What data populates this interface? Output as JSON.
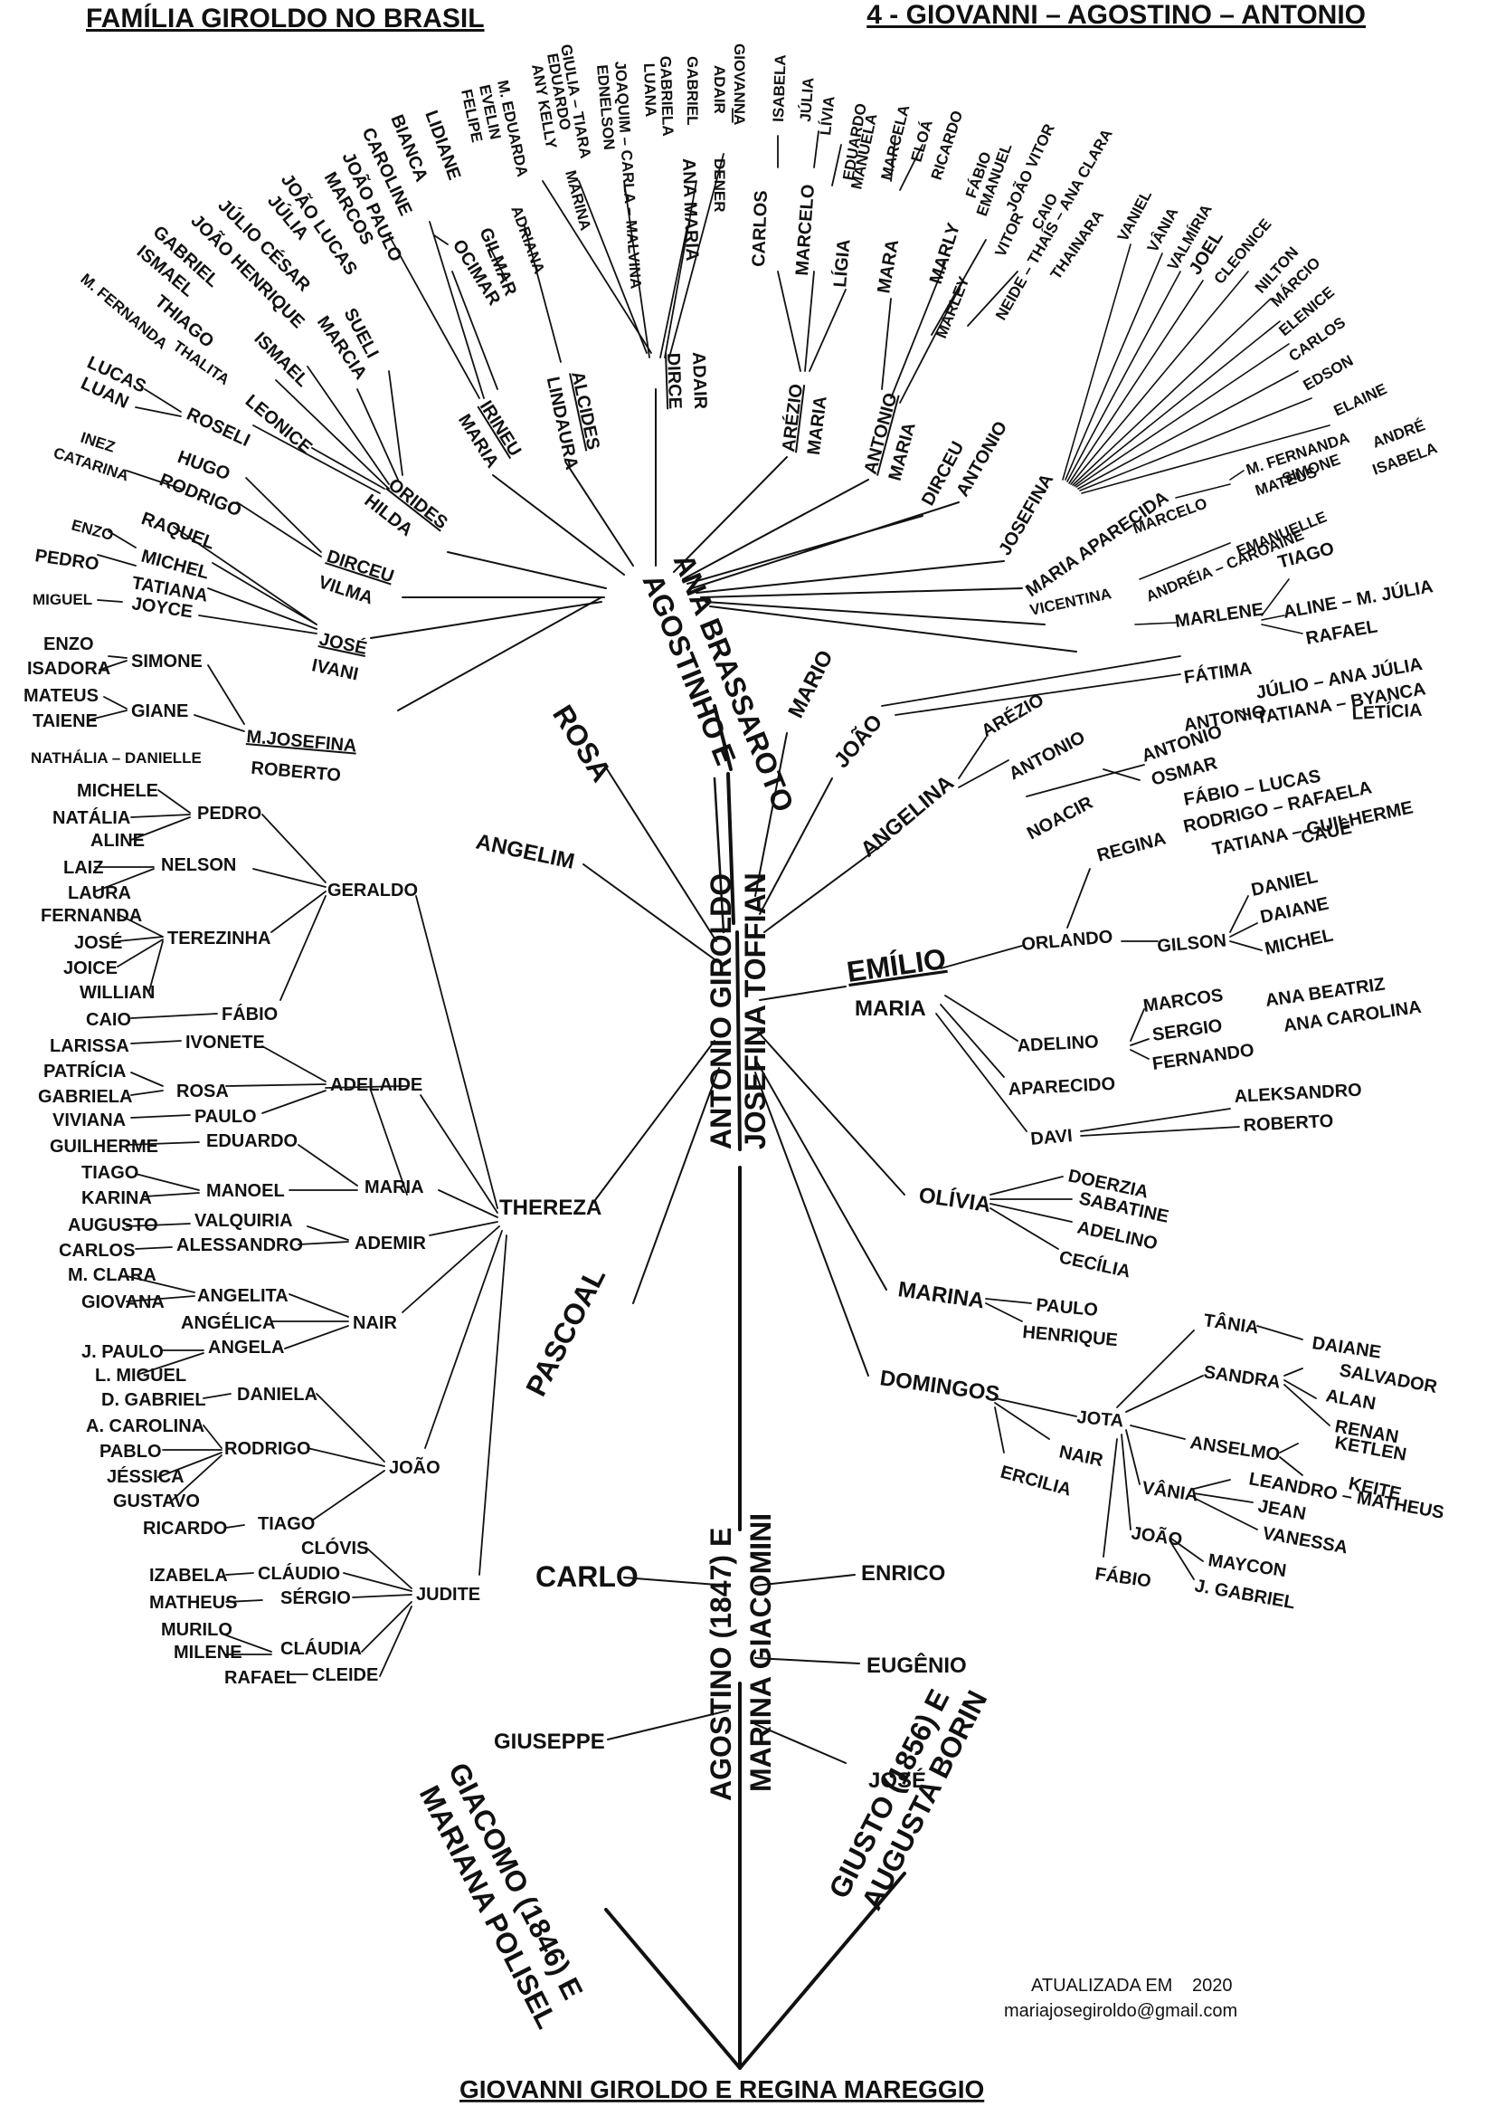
{
  "header": {
    "left_title": "FAMÍLIA GIROLDO NO BRASIL",
    "right_title": "4 -  GIOVANNI – AGOSTINO – ANTONIO"
  },
  "footer": {
    "updated_label": "ATUALIZADA EM",
    "updated_year": "2020",
    "email": "mariajosegiroldo@gmail.com"
  },
  "root": {
    "couple": "GIOVANNI GIROLDO E REGINA MAREGGIO",
    "base_branches": [
      "GIACOMO (1846) E",
      "MARIANA POLISEL",
      "GIUSTO (1856) E",
      "AUGUSTA BORIN"
    ]
  },
  "agostino": {
    "line1": "AGOSTINO (1847) E",
    "line2": "MARINA GIACOMINI",
    "children": [
      "CARLO",
      "GIUSEPPE",
      "ENRICO",
      "EUGÊNIO",
      "JOSÉ"
    ]
  },
  "antonio": {
    "line1": "ANTONIO GIROLDO",
    "line2": "JOSEFINA TOFFIAN",
    "children": [
      "ROSA",
      "ANGELIM",
      "THEREZA",
      "PASCOAL",
      "MARIO",
      "JOÃO",
      "ANGELINA",
      "OLÍVIA",
      "MARINA",
      "DOMINGOS"
    ],
    "emilio": [
      "EMÍLIO",
      "MARIA"
    ]
  },
  "agostinho": {
    "line1": "AGOSTINHO E",
    "line2": "ANA BRASSAROTO",
    "couples": [
      [
        "M.JOSEFINA",
        "ROBERTO"
      ],
      [
        "JOSÉ",
        "IVANI"
      ],
      [
        "DIRCEU",
        "VILMA"
      ],
      [
        "ORIDES",
        "HILDA"
      ],
      [
        "IRINEU",
        "MARIA"
      ],
      [
        "ALCIDES",
        "LINDAURA"
      ],
      [
        "DIRCE",
        "ADAIR"
      ],
      [
        "ARÉZIO",
        "MARIA"
      ],
      [
        "ANTONIO",
        "MARIA"
      ]
    ],
    "right_children": [
      "DIRCEU",
      "ANTONIO",
      "JOSEFINA",
      "VICENTINA",
      "MARIA APARECIDA"
    ],
    "mj_grandchildren": [
      "SIMONE",
      "GIANE",
      "ENZO",
      "ISADORA",
      "MATEUS",
      "TAIENE",
      "NATHÁLIA – DANIELLE"
    ],
    "jose_grandchildren": [
      "MIGUEL",
      "JOYCE",
      "PEDRO",
      "TATIANA",
      "ENZO",
      "MICHEL",
      "RAQUEL"
    ],
    "dirceu_grandchildren": [
      "RODRIGO",
      "HUGO",
      "INEZ",
      "CATARINA"
    ],
    "orides_grandchildren": [
      "ROSELI",
      "LUCAS",
      "LUAN",
      "LEONICE",
      "THALITA",
      "M. FERNANDA",
      "THIAGO",
      "ISMAEL",
      "GABRIEL",
      "ISMAEL",
      "MARCIA",
      "JOÃO HENRIQUE",
      "JÚLIO CÉSAR",
      "SUELI",
      "JÚLIA",
      "JOÃO LUCAS"
    ],
    "irineu_grandchildren": [
      "MARCOS",
      "JOÃO PAULO",
      "CAROLINE",
      "BIANCA",
      "OCIMAR",
      "LIDIANE",
      "GILMAR",
      "FELIPE",
      "EVELIN",
      "M. EDUARDA",
      "ADRIANA"
    ],
    "dirce_grandchildren": [
      "ANY KELLY",
      "EDUARDO",
      "GIULIA – TIARA",
      "MARINA",
      "EDNELSON",
      "JOAQUIM – CARLA – MALVINA",
      "LUANA",
      "GABRIELA",
      "GABRIEL",
      "ANA MARIA",
      "DENER",
      "ADAIR",
      "GIOVANNA"
    ],
    "arezio_grandchildren": [
      "CARLOS",
      "ISABELA",
      "MARCELO",
      "JÚLIA",
      "LÍVIA",
      "LÍGIA",
      "EDUARDO"
    ],
    "antonio_grandchildren": [
      "MANUELA",
      "MARCELA",
      "MARA",
      "ELOÁ",
      "RICARDO",
      "MARLY",
      "FÁBIO",
      "EMANUEL",
      "VITOR",
      "JOÃO VITOR",
      "CAIO",
      "MARLEY",
      "NEIDE – THAÍS – ANA CLARA",
      "THAINARA"
    ],
    "josefina_grandchildren": [
      "VANIEL",
      "VÂNIA",
      "VALMÍRIA",
      "JOEL",
      "CLEONICE",
      "NILTON",
      "MÁRCIO",
      "ELENICE",
      "CARLOS",
      "EDSON",
      "ELAINE"
    ],
    "maria_ap_grandchildren": [
      "MARCELO",
      "M. FERNANDA",
      "MATEUS",
      "SIMONE",
      "ANDRÉ",
      "ISABELA",
      "ANDRÉIA – CAROAINE",
      "EMANUELLE"
    ],
    "vicentina_grandchildren": [
      "MARLENE",
      "TIAGO",
      "ALINE – M. JÚLIA",
      "RAFAEL"
    ]
  },
  "joao_family": {
    "children": [
      "FÁTIMA",
      "ANTONIO",
      "JÚLIO – ANA JÚLIA",
      "TATIANA – BYANCA",
      "LETÍCIA"
    ]
  },
  "angelina_family": {
    "children": [
      "ARÉZIO",
      "ANTONIO",
      "NOACIR",
      "ANTONIO",
      "OSMAR",
      "REGINA",
      "FÁBIO – LUCAS",
      "RODRIGO – RAFAELA",
      "TATIANA – GUILHERME",
      "CAUÊ"
    ]
  },
  "emilio_family": {
    "children": [
      "ORLANDO",
      "GILSON",
      "DANIEL",
      "DAIANE",
      "MICHEL",
      "ADELINO",
      "MARCOS",
      "SERGIO",
      "FERNANDO",
      "ANA BEATRIZ",
      "ANA CAROLINA",
      "APARECIDO",
      "DAVI",
      "ALEKSANDRO",
      "ROBERTO"
    ]
  },
  "olivia_family": {
    "children": [
      "DOERZIA",
      "SABATINE",
      "ADELINO",
      "CECÍLIA"
    ]
  },
  "marina_family": {
    "children": [
      "PAULO",
      "HENRIQUE"
    ]
  },
  "domingos_family": {
    "children": [
      "JOTA",
      "NAIR",
      "ERCILIA",
      "TÂNIA",
      "DAIANE",
      "SANDRA",
      "SALVADOR",
      "ALAN",
      "RENAN",
      "ANSELMO",
      "KETLEN",
      "KEITE",
      "VÂNIA",
      "LEANDRO – MATHEUS",
      "JEAN",
      "VANESSA",
      "JOÃO",
      "MAYCON",
      "J. GABRIEL",
      "FÁBIO"
    ]
  },
  "thereza_family": {
    "children": [
      "GERALDO",
      "ADELAIDE",
      "MARIA",
      "ADEMIR",
      "NAIR",
      "JOÃO",
      "JUDITE"
    ],
    "geraldo": [
      "PEDRO",
      "MICHELE",
      "NATÁLIA",
      "ALINE",
      "NELSON",
      "LAIZ",
      "LAURA",
      "TEREZINHA",
      "FERNANDA",
      "JOSÉ",
      "JOICE",
      "WILLIAN",
      "FÁBIO",
      "CAIO"
    ],
    "adelaide": [
      "IVONETE",
      "LARISSA",
      "ROSA",
      "PATRÍCIA",
      "GABRIELA",
      "PAULO",
      "VIVIANA"
    ],
    "maria": [
      "EDUARDO",
      "GUILHERME",
      "MANOEL",
      "TIAGO",
      "KARINA"
    ],
    "ademir": [
      "VALQUIRIA",
      "AUGUSTO",
      "ALESSANDRO",
      "CARLOS"
    ],
    "nair": [
      "ANGELITA",
      "M. CLARA",
      "GIOVANA",
      "ANGÉLICA",
      "ANGELA",
      "J. PAULO",
      "L. MIGUEL"
    ],
    "joao": [
      "DANIELA",
      "D. GABRIEL",
      "RODRIGO",
      "A. CAROLINA",
      "PABLO",
      "JÉSSICA",
      "GUSTAVO",
      "TIAGO",
      "RICARDO"
    ],
    "judite": [
      "CLÓVIS",
      "CLÁUDIO",
      "IZABELA",
      "SÉRGIO",
      "MATHEUS",
      "CLÁUDIA",
      "MURILO",
      "MILENE",
      "CLEIDE",
      "RAFAEL"
    ]
  }
}
